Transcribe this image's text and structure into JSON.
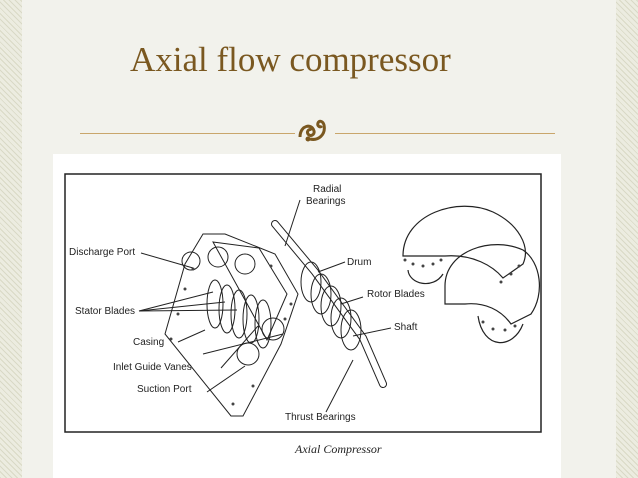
{
  "slide": {
    "title": "Axial flow compressor",
    "accent_color": "#7a5820",
    "rule_color": "#c9a66b",
    "ornament_icon": "fleuron-ornament-icon"
  },
  "figure": {
    "caption": "Axial Compressor",
    "labels": {
      "radial_bearings_1": "Radial",
      "radial_bearings_2": "Bearings",
      "discharge_port": "Discharge Port",
      "drum": "Drum",
      "rotor_blades": "Rotor Blades",
      "stator_blades": "Stator Blades",
      "shaft": "Shaft",
      "casing": "Casing",
      "inlet_guide_vanes": "Inlet Guide Vanes",
      "suction_port": "Suction Port",
      "thrust_bearings": "Thrust Bearings"
    }
  }
}
